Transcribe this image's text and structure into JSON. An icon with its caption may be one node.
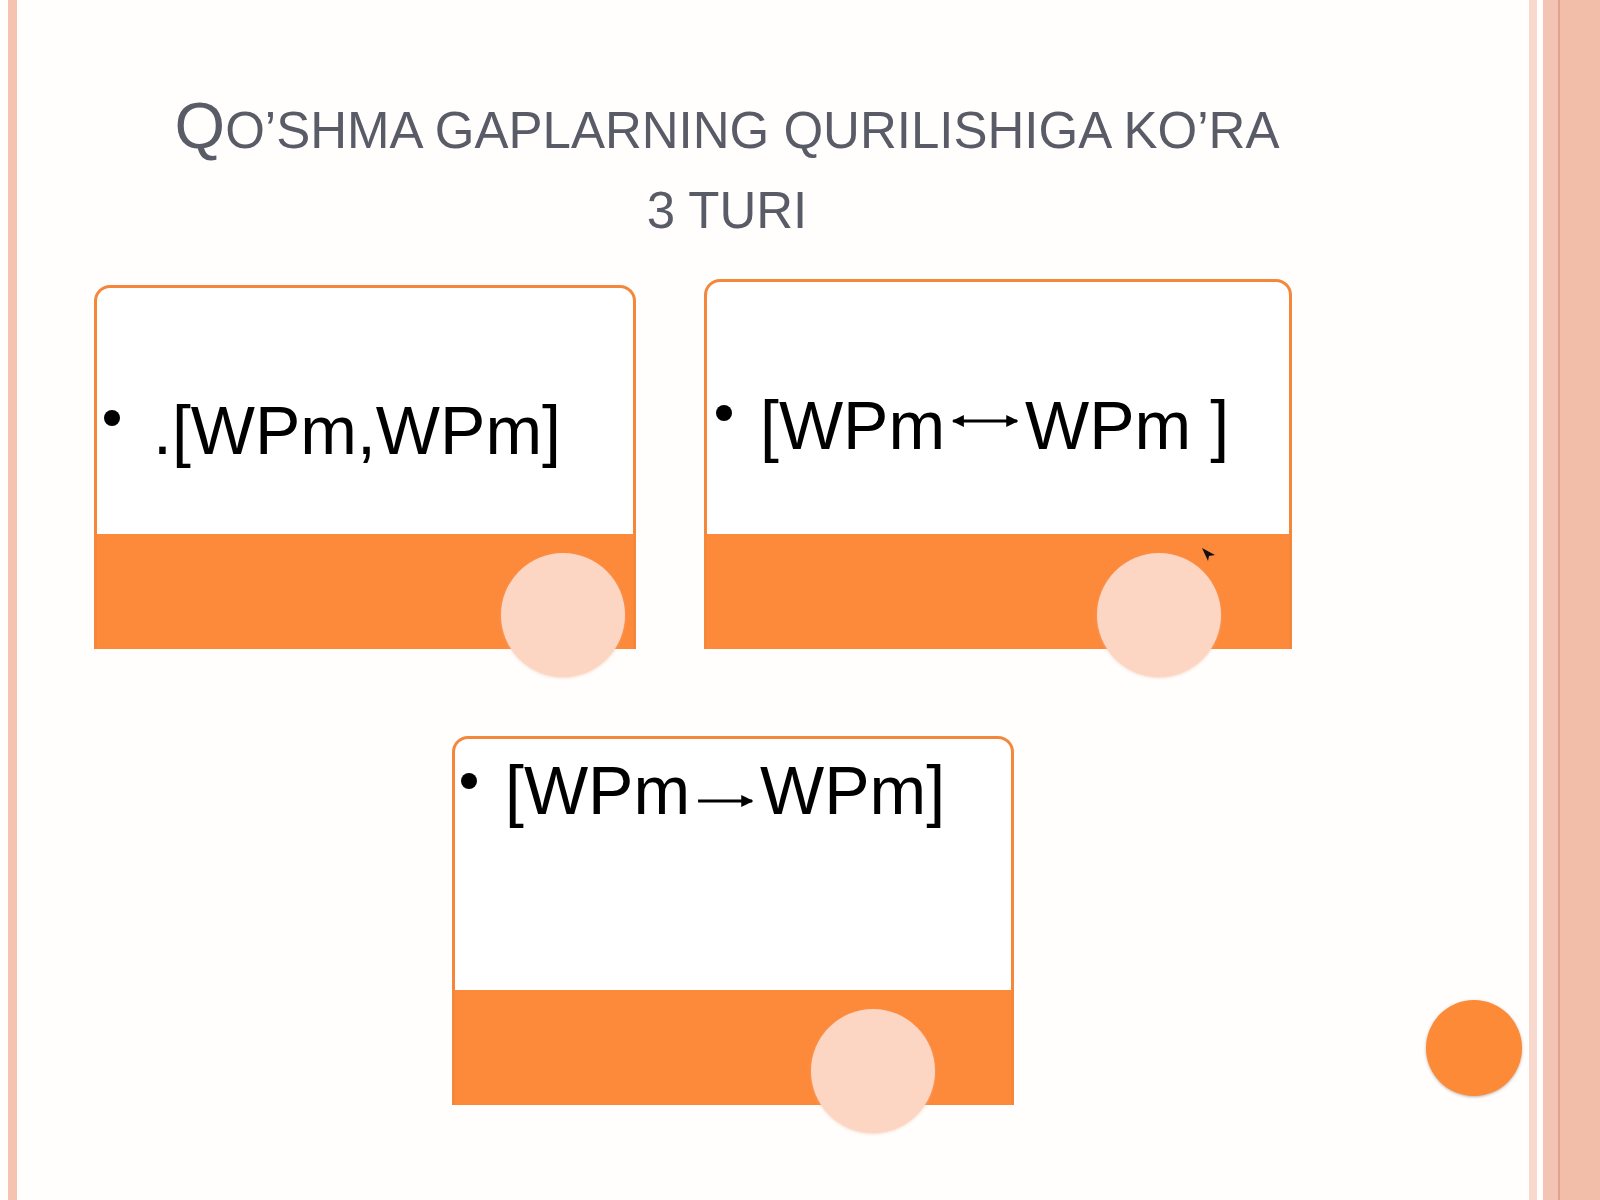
{
  "diagram": {
    "title": "QO’SHMA GAPLARNING QURILISHIGA KO’RA 3 TURI",
    "nodes": [
      {
        "text": [
          ".[WPm,WPm]"
        ]
      },
      {
        "text": [],
        "shape": "box"
      },
      {
        "text": [
          "[WPm"
        ],
        "in": 1
      },
      {
        "text": [
          "WPm ]"
        ],
        "in": 1
      },
      {
        "text": [],
        "shape": "box"
      },
      {
        "text": [
          "[WPm"
        ],
        "in": 4
      },
      {
        "text": [
          "WPm]"
        ],
        "in": 4
      }
    ],
    "edges": [
      {
        "from": 2,
        "to": 3,
        "arrow": "both"
      },
      {
        "from": 5,
        "to": 6,
        "arrow": "to"
      }
    ]
  }
}
